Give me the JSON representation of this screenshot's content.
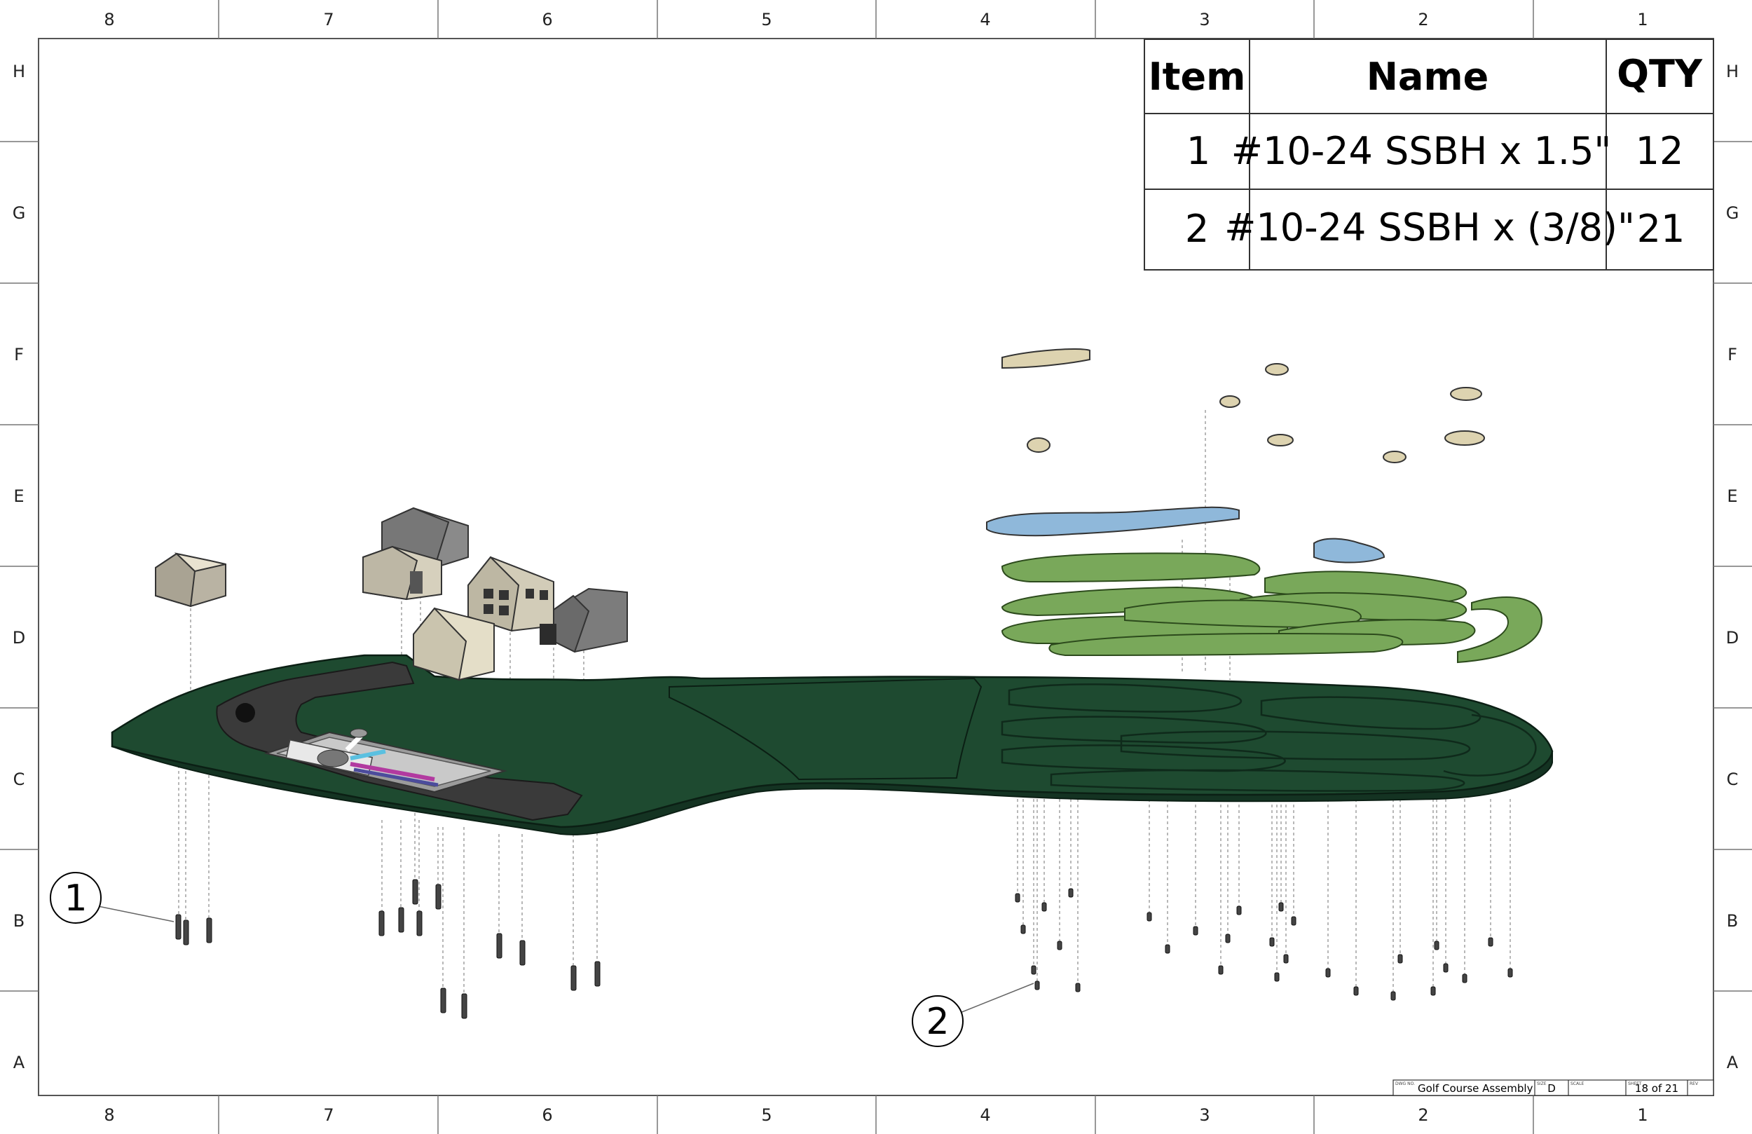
{
  "border": {
    "column_labels": [
      "8",
      "7",
      "6",
      "5",
      "4",
      "3",
      "2",
      "1"
    ],
    "row_labels": [
      "H",
      "G",
      "F",
      "E",
      "D",
      "C",
      "B",
      "A"
    ]
  },
  "bom": {
    "headers": {
      "item": "Item",
      "name": "Name",
      "qty": "QTY"
    },
    "rows": [
      {
        "item": "1",
        "name": "#10-24 SSBH x 1.5\"",
        "qty": "12"
      },
      {
        "item": "2",
        "name": "#10-24 SSBH x (3/8)\"",
        "qty": "21"
      }
    ]
  },
  "balloons": [
    {
      "number": "1"
    },
    {
      "number": "2"
    }
  ],
  "title_block": {
    "dwg_no_label": "DWG NO.",
    "title": "Golf Course Assembly",
    "size_label": "SIZE",
    "size": "D",
    "scale_label": "SCALE",
    "sheet_label": "SHEET",
    "sheet": "18 of 21",
    "rev_label": "REV"
  },
  "colors": {
    "board_top": "#1e4a30",
    "board_edge": "#143322",
    "fairway_green": "#79a85a",
    "water_blue": "#8fb8da",
    "sand_trap": "#ddd3b0",
    "track_dark": "#3a3a3a"
  }
}
